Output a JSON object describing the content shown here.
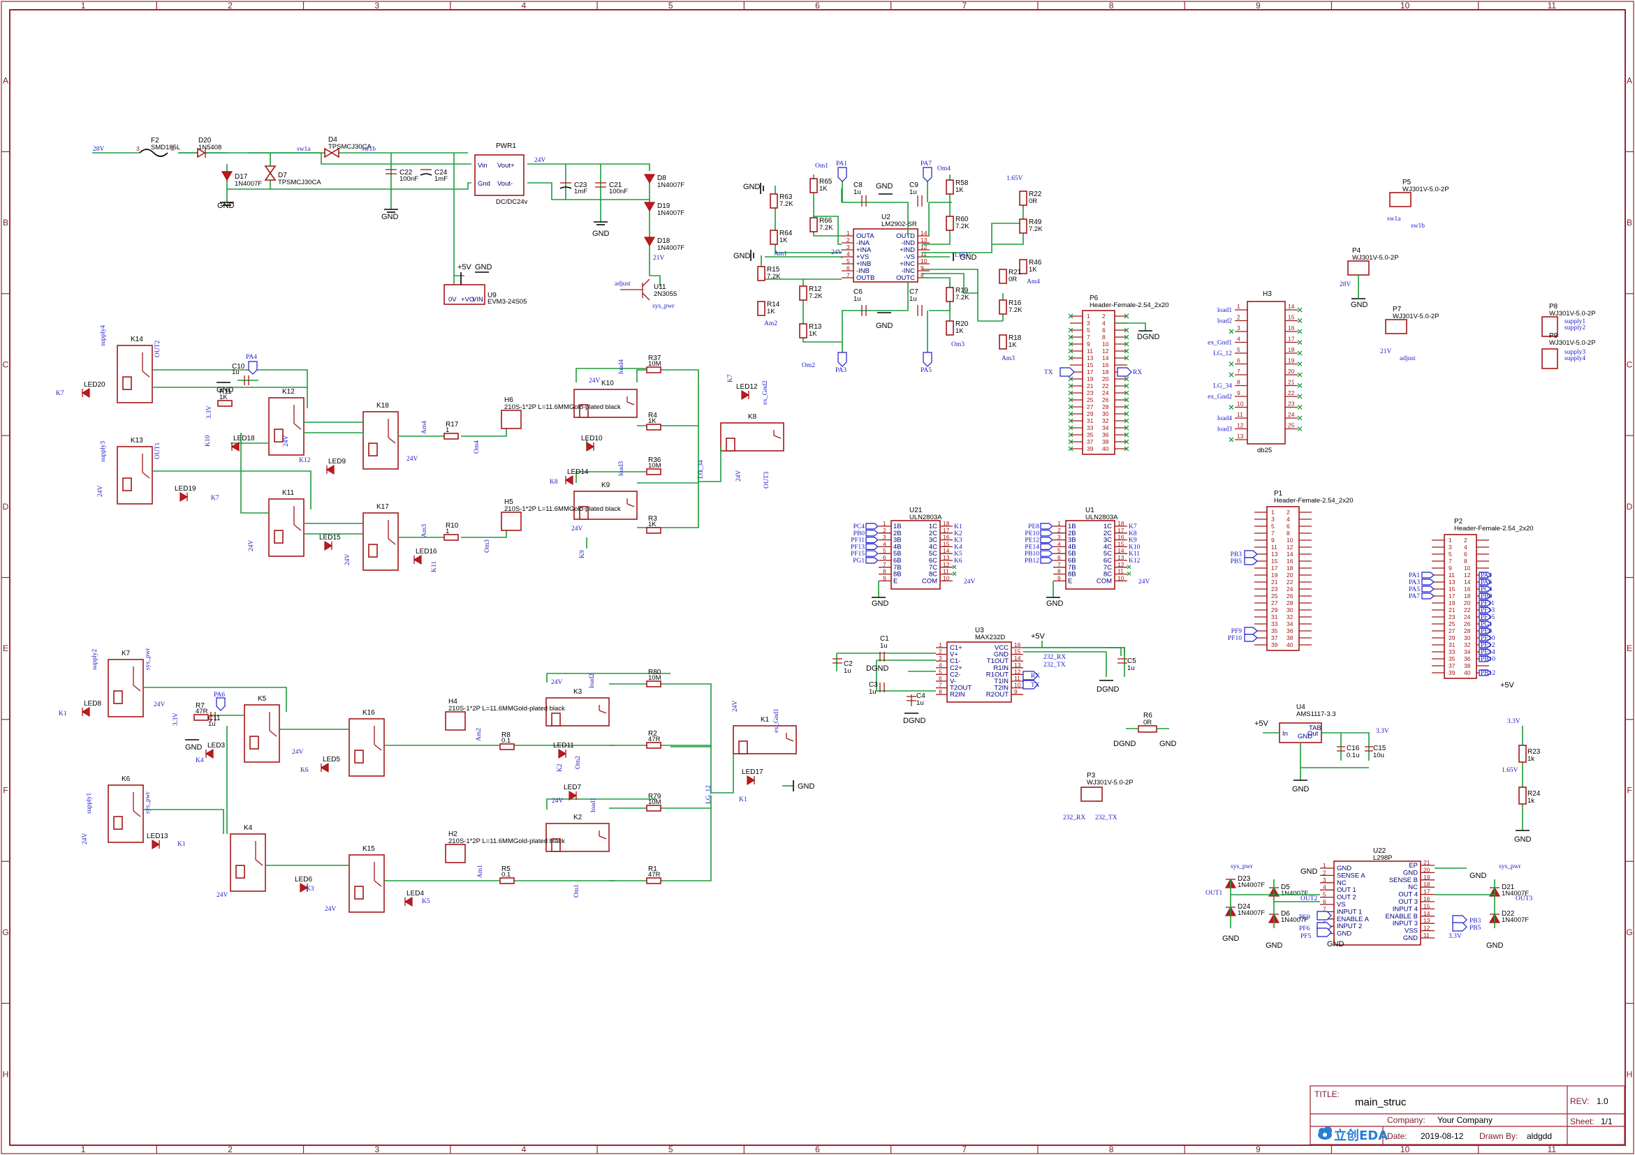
{
  "frame": {
    "columns": [
      "1",
      "2",
      "3",
      "4",
      "5",
      "6",
      "7",
      "8",
      "9",
      "10",
      "11"
    ],
    "rows": [
      "A",
      "B",
      "C",
      "D",
      "E",
      "F",
      "G",
      "H"
    ]
  },
  "title_block": {
    "title_label": "TITLE:",
    "title": "main_struc",
    "rev_label": "REV:",
    "rev": "1.0",
    "company_label": "Company:",
    "company": "Your Company",
    "sheet_label": "Sheet:",
    "sheet": "1/1",
    "date_label": "Date:",
    "date": "2019-08-12",
    "drawn_label": "Drawn By:",
    "drawn": "aldgdd",
    "logo": "立创EDA"
  },
  "power": {
    "f2": "F2",
    "f2_val": "SMD185L",
    "d20": "D20",
    "d20_val": "1N5408",
    "d17": "D17",
    "d17_val": "1N4007F",
    "d7": "D7",
    "d7_val": "TPSMCJ30CA",
    "d4": "D4",
    "d4_val": "TPSMCJ30CA",
    "c22": "C22",
    "c22_val": "100nF",
    "c24": "C24",
    "c24_val": "1mF",
    "pwr1": "PWR1",
    "pwr1_val": "DC/DC24v",
    "vin": "Vin",
    "gnd_pin": "Gnd",
    "voutp": "Vout+",
    "voutm": "Vout-",
    "c23": "C23",
    "c23_val": "1mF",
    "c21": "C21",
    "c21_val": "100nF",
    "d8": "D8",
    "d8_val": "1N4007F",
    "d19": "D19",
    "d19_val": "1N4007F",
    "d18": "D18",
    "d18_val": "1N4007F",
    "u11": "U11",
    "u11_val": "2N3055",
    "u9": "U9",
    "u9_val": "EVM3-24S05",
    "net_28v": "28V",
    "net_sw1a": "sw1a",
    "net_sw1b": "sw1b",
    "net_24v": "24V",
    "net_21v": "21V",
    "net_adjust": "adjust",
    "net_syspwr": "sys_pwr",
    "gnd": "GND",
    "p5v": "+5V"
  },
  "opamp": {
    "u2": "U2",
    "u2_val": "LM2902-SR",
    "pins_left": [
      "OUTA",
      "-INA",
      "+INA",
      "+VS",
      "+INB",
      "-INB",
      "OUTB"
    ],
    "pins_right": [
      "OUTD",
      "-IND",
      "+IND",
      "-VS",
      "+INC",
      "-INC",
      "OUTC"
    ],
    "pa1": "PA1",
    "pa7": "PA7",
    "pa3": "PA3",
    "pa5": "PA5",
    "om1": "Om1",
    "om2": "Om2",
    "om3": "Om3",
    "om4": "Om4",
    "am1": "Am1",
    "am2": "Am2",
    "am3": "Am3",
    "am4": "Am4",
    "v165": "1.65V",
    "r65": "R65",
    "r65_val": "1K",
    "r66": "R66",
    "r66_val": "7.2K",
    "r63": "R63",
    "r63_val": "7.2K",
    "r64": "R64",
    "r64_val": "1K",
    "r15": "R15",
    "r15_val": "7.2K",
    "r14": "R14",
    "r14_val": "1K",
    "r12": "R12",
    "r12_val": "7.2K",
    "r13": "R13",
    "r13_val": "1K",
    "c8": "C8",
    "c8_val": "1u",
    "c9": "C9",
    "c9_val": "1u",
    "c6": "C6",
    "c6_val": "1u",
    "c7": "C7",
    "c7_val": "1u",
    "r58": "R58",
    "r58_val": "1K",
    "r60": "R60",
    "r60_val": "7.2K",
    "r19": "R19",
    "r19_val": "7.2K",
    "r20": "R20",
    "r20_val": "1K",
    "r22": "R22",
    "r22_val": "0R",
    "r49": "R49",
    "r49_val": "7.2K",
    "r46": "R46",
    "r46_val": "1K",
    "r21": "R21",
    "r21_val": "0R",
    "r16": "R16",
    "r16_val": "7.2K",
    "r18": "R18",
    "r18_val": "1K"
  },
  "headers": {
    "p6": "P6",
    "p6_val": "Header-Female-2.54_2x20",
    "p1": "P1",
    "p1_val": "Header-Female-2.54_2x20",
    "p2": "P2",
    "p2_val": "Header-Female-2.54_2x20",
    "h3": "H3",
    "h3_val": "db25",
    "tx": "TX",
    "rx": "RX",
    "dgnd": "DGND",
    "h3_left": [
      "load1",
      "load2",
      "",
      "ex_Gnd1",
      "LG_12",
      "",
      "",
      "LG_34",
      "ex_Gnd2",
      "",
      "load4",
      "load3"
    ],
    "p1_left": [
      "PB3",
      "PB5",
      "PF9",
      "PF10"
    ],
    "p2_left": [
      "PA1",
      "PA3",
      "PA5",
      "PA7"
    ],
    "p2_right": [
      "PA4",
      "PA6",
      "PC4",
      "PB0",
      "PF11",
      "PF13",
      "PF15",
      "PG1",
      "PE8",
      "PE10",
      "PE12",
      "PE14",
      "PB10",
      "PB12"
    ],
    "p5v": "+5V"
  },
  "terminals": {
    "p5": "P5",
    "p4": "P4",
    "p7": "P7",
    "p8": "P8",
    "p9": "P9",
    "p3": "P3",
    "val": "WJ301V-5.0-2P",
    "p5_nets": [
      "sw1a",
      "sw1b"
    ],
    "p4_net": "28V",
    "p7_nets": [
      "21V",
      "adjust"
    ],
    "p8_nets": [
      "supply1",
      "supply2"
    ],
    "p9_nets": [
      "supply3",
      "supply4"
    ],
    "p3_nets": [
      "232_RX",
      "232_TX"
    ]
  },
  "uln": {
    "u21": "U21",
    "u1": "U1",
    "val": "ULN2803A",
    "in_names": [
      "1B",
      "2B",
      "3B",
      "4B",
      "5B",
      "6B",
      "7B",
      "8B",
      "E"
    ],
    "out_names": [
      "1C",
      "2C",
      "3C",
      "4C",
      "5C",
      "6C",
      "7C",
      "8C",
      "COM"
    ],
    "u21_in": [
      "PC4",
      "PB0",
      "PF11",
      "PF13",
      "PF15",
      "PG1"
    ],
    "u21_out": [
      "K1",
      "K2",
      "K3",
      "K4",
      "K5",
      "K6"
    ],
    "u1_in": [
      "PE8",
      "PE10",
      "PE12",
      "PE14",
      "PB10",
      "PB12"
    ],
    "u1_out": [
      "K7",
      "K8",
      "K9",
      "K10",
      "K11",
      "K12"
    ],
    "v24": "24V",
    "gnd": "GND"
  },
  "max232": {
    "u3": "U3",
    "u3_val": "MAX232D",
    "left": [
      "C1+",
      "V+",
      "C1-",
      "C2+",
      "C2-",
      "V-",
      "T2OUT",
      "R2IN"
    ],
    "right": [
      "VCC",
      "GND",
      "T1OUT",
      "R1IN",
      "R1OUT",
      "T1IN",
      "T2IN",
      "R2OUT"
    ],
    "c1": "C1",
    "c1_val": "1u",
    "c2": "C2",
    "c2_val": "1u",
    "c3": "C3",
    "c3_val": "1u",
    "c4": "C4",
    "c4_val": "1u",
    "c5": "C5",
    "c5_val": "1u",
    "rx232": "232_RX",
    "tx232": "232_TX",
    "rx": "RX",
    "tx": "TX",
    "p5v": "+5V",
    "dgnd": "DGND",
    "r6": "R6",
    "r6_val": "0R",
    "gnd": "GND"
  },
  "regulator": {
    "u4": "U4",
    "u4_val": "AMS1117-3.3",
    "in": "In",
    "out": "Out",
    "tab": "TAB",
    "gnd": "GND",
    "p5v": "+5V",
    "v33": "3.3V",
    "c16": "C16",
    "c16_val": "0.1u",
    "c15": "C15",
    "c15_val": "10u",
    "r23": "R23",
    "r23_val": "1k",
    "r24": "R24",
    "r24_val": "1k",
    "v165": "1.65V"
  },
  "driver": {
    "u22": "U22",
    "u22_val": "L298P",
    "left": [
      "GND",
      "SENSE A",
      "NC",
      "OUT 1",
      "OUT 2",
      "VS",
      "INPUT 1",
      "ENABLE A",
      "INPUT 2",
      "GND"
    ],
    "right": [
      "EP",
      "GND",
      "SENSE B",
      "NC",
      "OUT 4",
      "OUT 3",
      "INPUT 4",
      "ENABLE B",
      "INPUT 3",
      "VSS",
      "GND"
    ],
    "syspwr": "sys_pwr",
    "out1": "OUT1",
    "out2": "OUT2",
    "out3": "OUT3",
    "d23": "D23",
    "d24": "D24",
    "d5": "D5",
    "d6": "D6",
    "d21": "D21",
    "d22": "D22",
    "dval": "1N4007F",
    "gnd": "GND",
    "v33": "3.3V",
    "pins_in": [
      "PE9",
      "PF6",
      "PF5"
    ],
    "pins_out": [
      "PB3",
      "PB5"
    ]
  },
  "relays": {
    "k14": "K14",
    "k13": "K13",
    "k12": "K12",
    "k11": "K11",
    "k18": "K18",
    "k17": "K17",
    "k10": "K10",
    "k9": "K9",
    "k8": "K8",
    "k7": "K7",
    "k6": "K6",
    "k5": "K5",
    "k4": "K4",
    "k16": "K16",
    "k15": "K15",
    "k3": "K3",
    "k2": "K2",
    "k1": "K1",
    "h6": "H6",
    "h5": "H5",
    "h4": "H4",
    "h2": "H2",
    "hval": "210S-1*2P L=11.6MMGold-plated black",
    "r37": "R37",
    "r37_val": "10M",
    "r4": "R4",
    "r4_val": "1K",
    "r36": "R36",
    "r36_val": "10M",
    "r3": "R3",
    "r3_val": "1K",
    "r17": "R17",
    "r17_val": "1",
    "r10": "R10",
    "r10_val": "1",
    "r11": "R11",
    "r11_val": "1K",
    "c10": "C10",
    "c10_val": "1u",
    "r7": "R7",
    "r7_val": "47R",
    "c11": "C11",
    "c11_val": "1u",
    "r80": "R80",
    "r80_val": "10M",
    "r2": "R2",
    "r2_val": "47R",
    "r79": "R79",
    "r79_val": "10M",
    "r1": "R1",
    "r1_val": "47R",
    "r8": "R8",
    "r8_val": "0.1",
    "r5": "R5",
    "r5_val": "0.1",
    "pa4": "PA4",
    "pa6": "PA6",
    "led20": "LED20",
    "led18": "LED18",
    "led19": "LED19",
    "led9": "LED9",
    "led15": "LED15",
    "led16": "LED16",
    "led10": "LED10",
    "led14": "LED14",
    "led12": "LED12",
    "led8": "LED8",
    "led3": "LED3",
    "led5": "LED5",
    "led13": "LED13",
    "led6": "LED6",
    "led4": "LED4",
    "led11": "LED11",
    "led7": "LED7",
    "led17": "LED17",
    "supply4": "supply4",
    "supply3": "supply3",
    "supply2": "supply2",
    "supply1": "supply1",
    "out2": "OUT2",
    "out1": "OUT1",
    "out3": "OUT3",
    "syspwr": "sys_pwr",
    "load4": "load4",
    "load3": "load3",
    "load2": "load2",
    "load1": "load1",
    "exgnd2": "ex_Gnd2",
    "exgnd1": "ex_Gnd1",
    "lg34": "LG_34",
    "lg12": "LG_12",
    "om4": "Om4",
    "om3": "Om3",
    "om2": "Om2",
    "om1": "Om1",
    "am4": "Am4",
    "am3": "Am3",
    "am2": "Am2",
    "am1": "Am1",
    "v24": "24V",
    "v33": "3.3V",
    "gnd": "GND"
  }
}
